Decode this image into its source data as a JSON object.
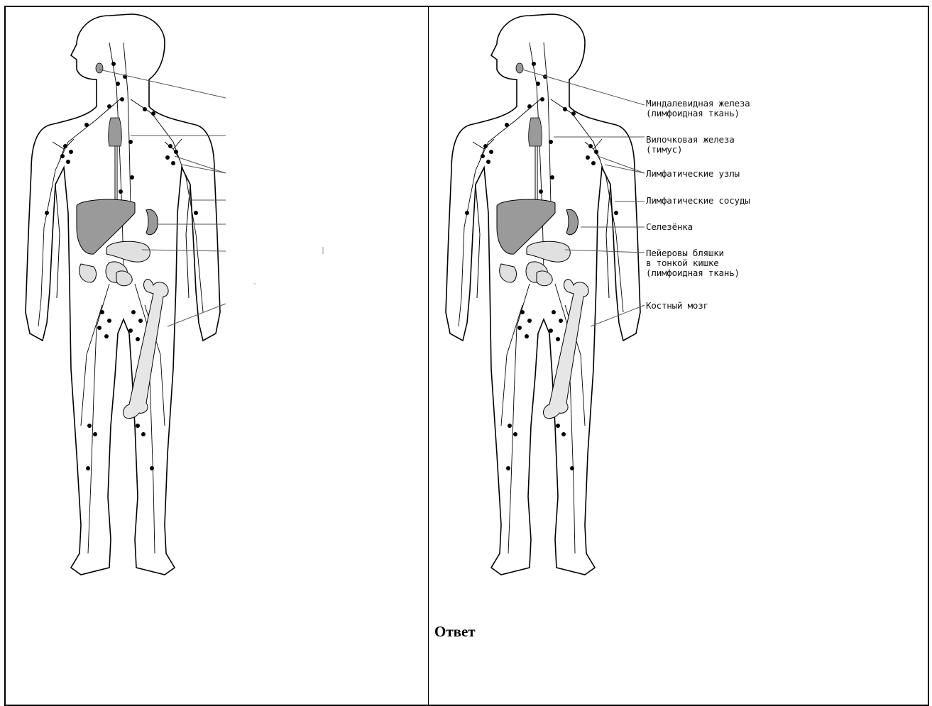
{
  "labels": {
    "tonsil": "Миндалевидная железа\n(лимфоидная ткань)",
    "thymus": "Вилочковая железа\n(тимус)",
    "lymph_nodes": "Лимфатические узлы",
    "lymph_vessels": "Лимфатические сосуды",
    "spleen": "Селезёнка",
    "peyer": "Пейеровы бляшки\nв тонкой кишке\n(лимфоидная ткань)",
    "bone_marrow": "Костный мозг"
  },
  "answer_label": "Ответ",
  "colors": {
    "organ_fill": "#9a9a9a",
    "bone_fill": "#e6e6e6",
    "outline": "#000000"
  }
}
